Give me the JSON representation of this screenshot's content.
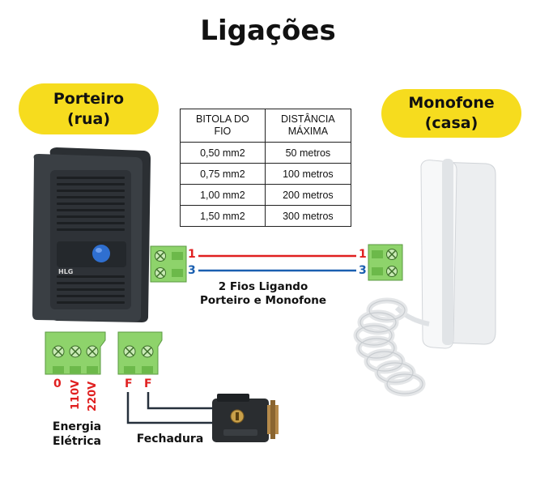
{
  "title": "Ligações",
  "porteiro": {
    "line1": "Porteiro",
    "line2": "(rua)",
    "brand": "HLG"
  },
  "monofone": {
    "line1": "Monofone",
    "line2": "(casa)"
  },
  "table": {
    "header": [
      "BITOLA DO FIO",
      "DISTÂNCIA MÁXIMA"
    ],
    "header_lines": [
      [
        "BITOLA DO",
        "FIO"
      ],
      [
        "DISTÂNCIA",
        "MÁXIMA"
      ]
    ],
    "rows": [
      [
        "0,50 mm2",
        "50 metros"
      ],
      [
        "0,75 mm2",
        "100 metros"
      ],
      [
        "1,00 mm2",
        "200 metros"
      ],
      [
        "1,50 mm2",
        "300 metros"
      ]
    ]
  },
  "wires": {
    "line1": "2 Fios Ligando",
    "line2": "Porteiro e Monofone",
    "terminal_1": "1",
    "terminal_3": "3",
    "color_1": "#e02020",
    "color_3": "#1a5fb0"
  },
  "power": {
    "terminals": [
      "0",
      "110V",
      "220V"
    ],
    "label_line1": "Energia",
    "label_line2": "Elétrica"
  },
  "lock": {
    "terminals": [
      "F",
      "F"
    ],
    "label": "Fechadura"
  },
  "colors": {
    "pill": "#f6dc1e",
    "terminal_green": "#8ed36b",
    "red": "#e02020",
    "blue": "#1a5fb0"
  }
}
